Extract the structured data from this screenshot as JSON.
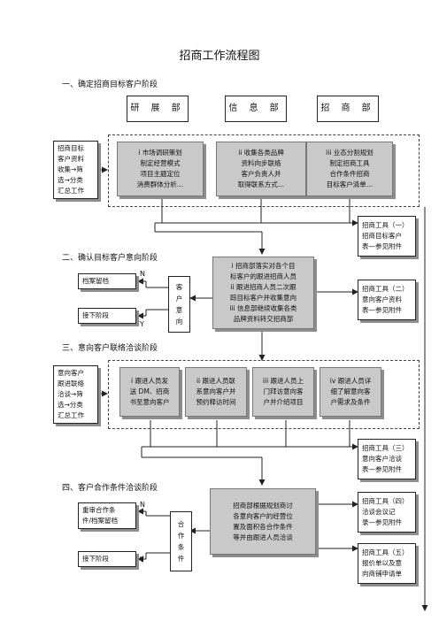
{
  "title": "招商工作流程图",
  "sections": [
    "一、确定招商目标客户阶段",
    "二、确认目标客户意向阶段",
    "三、意向客户联络洽谈阶段",
    "四、客户合作条件洽谈阶段"
  ],
  "departments": [
    "研 展 部",
    "信 息 部",
    "招 商 部"
  ],
  "stage1": {
    "left": "招商目标\n客户资料\n收集→筛\n选→分类\n汇总工作",
    "boxes": [
      "i 市场调研策划\n制定经营模式\n项目主题定位\n消费群体分析…",
      "ii 收集各类品牌\n资料向步联络\n客户负责人并\n取得联系方式…",
      "iii 业态分割规划\n制定招商工具\n合作条件招商\n目标客户清单…"
    ]
  },
  "stage2": {
    "archive": "档案留档",
    "next": "接下阶段",
    "n": "N",
    "y": "Y",
    "decision": "客户意向",
    "main": "i 招商部落实对各个目\n标客户的跟进招商人员\nii 跟进招商人员二次跟\n踪目标客户并收集意向\niii 信息部继续收集各类\n品牌资料转交招商部"
  },
  "stage3": {
    "left": "意向客户\n跟进联络\n洽谈→筛\n选→分类\n汇总工作",
    "boxes": [
      "i 跟进人员发\n送 DM、招商\n书至意向客户",
      "ii 跟进人员联\n系意向客户并\n预约释访时间",
      "iii 跟进人员上\n门拜访意向客\n户并介绍项目",
      "iv 跟进人员详\n细了解意向客\n户需求及条件"
    ]
  },
  "stage4": {
    "left": "重审合作条\n件/档案留档",
    "next": "接下阶段",
    "n": "N",
    "y": "Y",
    "decision": "合作条件",
    "main": "招商部根据规划商讨\n各意向客户的经营位\n置及面积各合作条件\n等并由跟进人员洽谈"
  },
  "tools": [
    "招商工具（一）\n招商目标客户\n表—参见附件",
    "招商工具（二）\n意向客户资料\n表—参见附件",
    "招商工具（三）\n意向客户洽谈\n表—参见附件",
    "招商工具（四）\n洽谈会议记\n录—参见附件",
    "招商工具（五）\n报价单以及意\n向商铺申请单"
  ]
}
